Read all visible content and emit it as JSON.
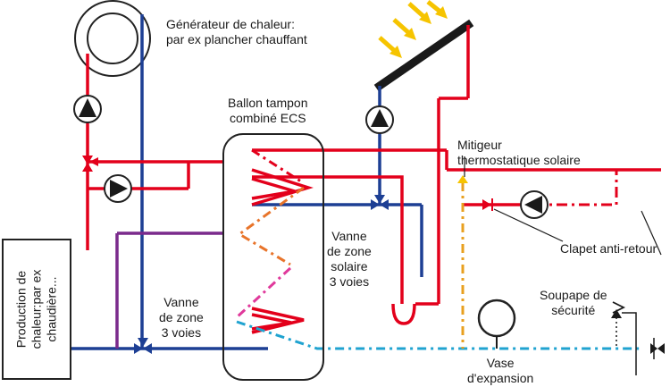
{
  "labels": {
    "generator": [
      "Générateur de chaleur:",
      "par ex plancher chauffant"
    ],
    "tank": [
      "Ballon tampon",
      "combiné ECS"
    ],
    "mixer": [
      "Mitigeur",
      "thermostatique solaire"
    ],
    "check_valve": "Clapet anti-retour",
    "solar_valve": [
      "Vanne",
      "de zone",
      "solaire",
      "3 voies"
    ],
    "zone_valve": [
      "Vanne",
      "de zone",
      "3 voies"
    ],
    "safety_valve": [
      "Soupape de",
      "sécurité"
    ],
    "expansion_vessel": [
      "Vase",
      "d'expansion"
    ],
    "production": [
      "Production de",
      "chaleur:par ex",
      "chaudière..."
    ]
  },
  "colors": {
    "hot": "#e3001b",
    "cold": "#1d3f94",
    "purple": "#7a2a8c",
    "orange": "#e8742a",
    "yellow": "#f6c400",
    "magenta": "#e0399b",
    "cyan": "#20a3d0",
    "dark": "#1a1a1a"
  },
  "icons": [
    "pump-icon",
    "solar-panel-icon",
    "sun-ray-icon",
    "three-way-valve-icon",
    "check-valve-icon",
    "expansion-vessel-icon",
    "safety-valve-icon",
    "heat-exchanger-coil-icon"
  ]
}
